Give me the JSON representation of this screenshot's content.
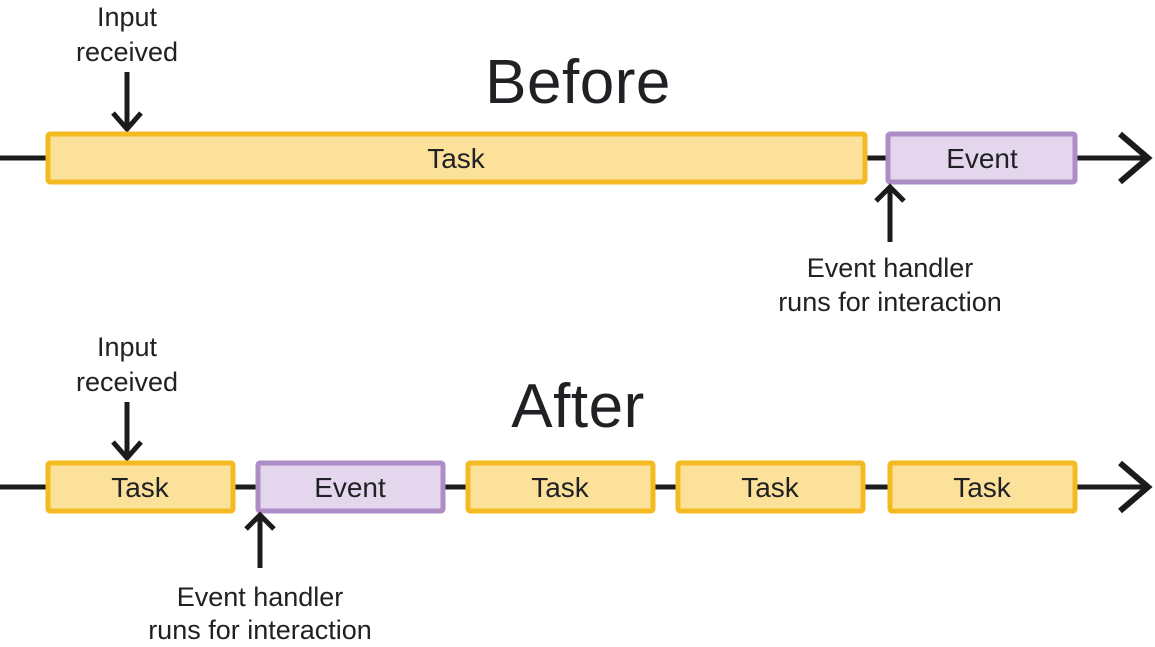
{
  "colors": {
    "task_fill": "#FCE19B",
    "task_border": "#F4BA22",
    "event_fill": "#E4D7ED",
    "event_border": "#AE8CC5",
    "line": "#1B1B1B",
    "text": "#202124"
  },
  "before": {
    "title": "Before",
    "input_label": {
      "line1": "Input",
      "line2": "received"
    },
    "bars": [
      {
        "type": "task",
        "label": "Task"
      },
      {
        "type": "event",
        "label": "Event"
      }
    ],
    "handler_label": {
      "line1": "Event handler",
      "line2": "runs for interaction"
    }
  },
  "after": {
    "title": "After",
    "input_label": {
      "line1": "Input",
      "line2": "received"
    },
    "bars": [
      {
        "type": "task",
        "label": "Task"
      },
      {
        "type": "event",
        "label": "Event"
      },
      {
        "type": "task",
        "label": "Task"
      },
      {
        "type": "task",
        "label": "Task"
      },
      {
        "type": "task",
        "label": "Task"
      }
    ],
    "handler_label": {
      "line1": "Event handler",
      "line2": "runs for interaction"
    }
  }
}
